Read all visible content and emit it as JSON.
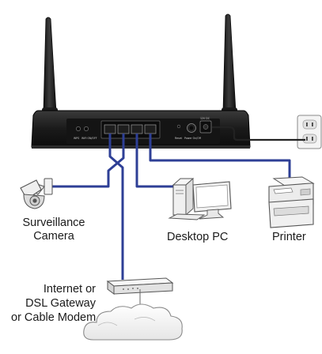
{
  "diagram": {
    "labels": {
      "camera": [
        "Surveillance",
        "Camera"
      ],
      "pc": "Desktop PC",
      "printer": "Printer",
      "modem": [
        "Internet or",
        "DSL Gateway",
        "or Cable Modem"
      ]
    },
    "router_panel_marks": [
      "WPS",
      "WiFi ON/OFF",
      "Reset",
      "Power On/Off",
      "12V DC"
    ],
    "colors": {
      "cable": "#2e3f96",
      "router_body": "#1d1d1d",
      "device_outline": "#555555",
      "device_fill": "#f2f2f2",
      "text": "#1a1a1a"
    },
    "icons": [
      "router",
      "antenna",
      "power-outlet",
      "surveillance-camera",
      "desktop-pc",
      "printer",
      "dsl-modem",
      "cloud"
    ]
  }
}
